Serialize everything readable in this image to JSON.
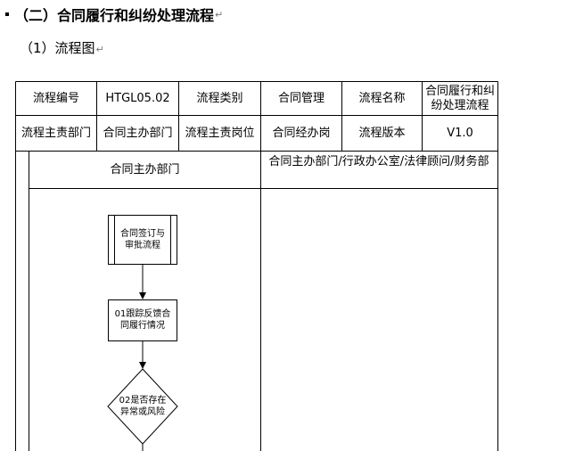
{
  "heading": {
    "text": "（二）合同履行和纠纷处理流程",
    "pilcrow": "↵"
  },
  "subheading": {
    "text": "（1）流程图",
    "pilcrow": "↵"
  },
  "info_table": {
    "rows": [
      [
        "流程编号",
        "HTGL05.02",
        "流程类别",
        "合同管理",
        "流程名称",
        "合同履行和纠纷处理流程"
      ],
      [
        "流程主责部门",
        "合同主办部门",
        "流程主责岗位",
        "合同经办岗",
        "流程版本",
        "V1.0"
      ]
    ]
  },
  "lanes": [
    {
      "title": "合同主办部门"
    },
    {
      "title": "合同主办部门/行政办公室/法律顾问/财务部"
    }
  ],
  "flowchart": {
    "process_start": "合同签订与审批流程",
    "step_01": "01跟踪反馈合同履行情况",
    "decision_02": "02是否存在异常或风险"
  }
}
